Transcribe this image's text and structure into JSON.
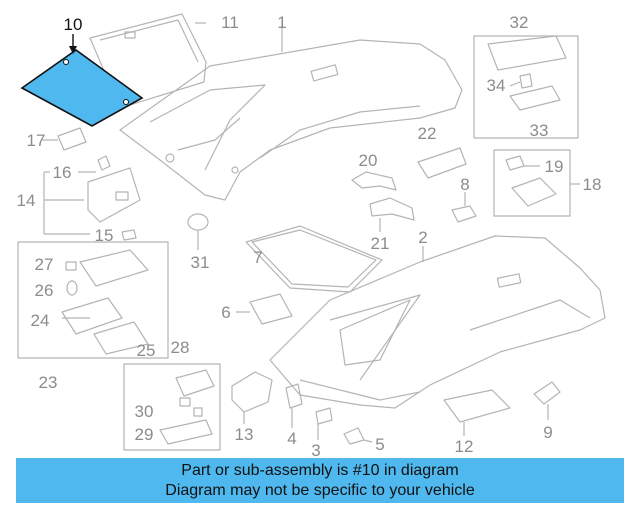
{
  "diagram": {
    "highlighted_part": "10",
    "part_numbers": [
      "1",
      "2",
      "3",
      "4",
      "5",
      "6",
      "7",
      "8",
      "9",
      "10",
      "11",
      "12",
      "13",
      "14",
      "15",
      "16",
      "17",
      "18",
      "19",
      "20",
      "21",
      "22",
      "23",
      "24",
      "25",
      "26",
      "27",
      "28",
      "29",
      "30",
      "31",
      "32",
      "33",
      "34"
    ]
  },
  "banner": {
    "line1": "Part or sub-assembly is #10 in diagram",
    "line2": "Diagram may not be specific to your vehicle"
  },
  "colors": {
    "highlight_fill": "#4fb8ef",
    "banner_bg": "#4fb8ef",
    "line_gray": "#b4b4b4",
    "label_gray": "#8c8c8c"
  }
}
